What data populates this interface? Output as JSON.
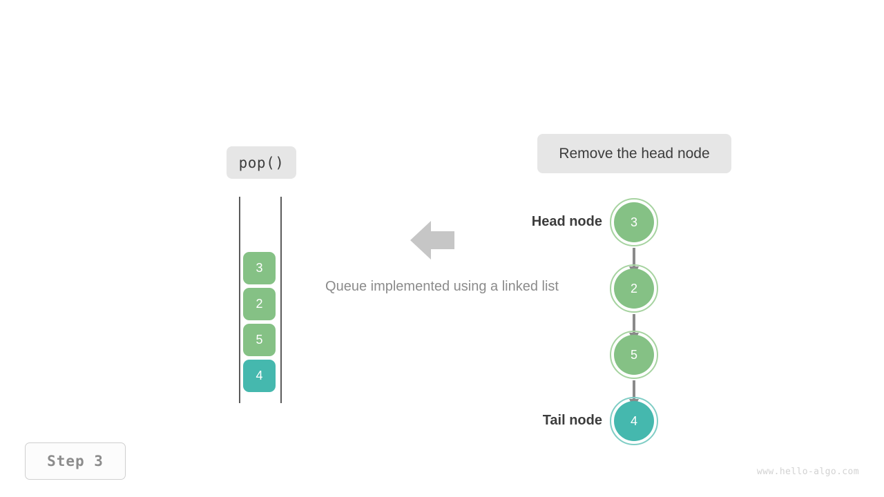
{
  "operation": {
    "label": "pop()",
    "action_text": "Remove the head node"
  },
  "caption": "Queue implemented using a linked list",
  "step": {
    "label": "Step 3"
  },
  "watermark": "www.hello-algo.com",
  "queue": {
    "cells": [
      {
        "value": "3",
        "color": "#85c185",
        "kind": "green"
      },
      {
        "value": "2",
        "color": "#85c185",
        "kind": "green"
      },
      {
        "value": "5",
        "color": "#85c185",
        "kind": "green"
      },
      {
        "value": "4",
        "color": "#45b8ae",
        "kind": "teal"
      }
    ]
  },
  "linked_list": {
    "head_label": "Head node",
    "tail_label": "Tail node",
    "nodes": [
      {
        "value": "3",
        "color": "#85c185",
        "ring": "#a6d3a0",
        "kind": "green"
      },
      {
        "value": "2",
        "color": "#85c185",
        "ring": "#a6d3a0",
        "kind": "green"
      },
      {
        "value": "5",
        "color": "#85c185",
        "ring": "#a6d3a0",
        "kind": "green"
      },
      {
        "value": "4",
        "color": "#45b8ae",
        "ring": "#7fcdc5",
        "kind": "teal"
      }
    ]
  },
  "colors": {
    "green": "#85c185",
    "green_ring": "#a6d3a0",
    "teal": "#45b8ae",
    "teal_ring": "#7fcdc5",
    "chip_bg": "#e6e6e6",
    "arrow_gray": "#c6c6c6",
    "link_gray": "#8a8a8a",
    "text_dark": "#3c3c3c",
    "text_muted": "#8b8b8b",
    "watermark": "#d2d2d2"
  },
  "icons": {
    "block_arrow": "arrow-left-icon",
    "link_arrow": "arrow-down-icon"
  }
}
